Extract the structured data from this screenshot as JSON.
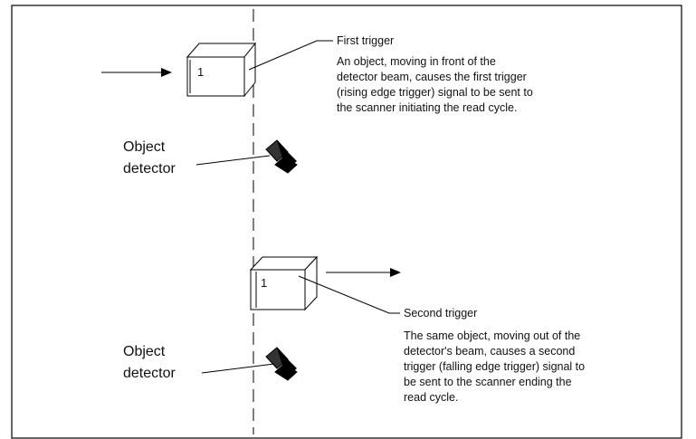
{
  "first": {
    "title": "First trigger",
    "box_label": "1",
    "description": [
      "An object, moving in front of the",
      "detector beam, causes the first trigger",
      "(rising edge trigger) signal to be sent to",
      "the scanner   initiating the read cycle."
    ]
  },
  "second": {
    "title": "Second trigger",
    "box_label": "1",
    "description": [
      "The same object, moving out of the",
      "detector's beam,  causes a second",
      "trigger (falling edge trigger) signal to",
      "be sent to the scanner   ending the",
      "read cycle."
    ]
  },
  "detector_top": {
    "line1": "Object",
    "line2": "detector"
  },
  "detector_bottom": {
    "line1": "Object",
    "line2": "detector"
  }
}
